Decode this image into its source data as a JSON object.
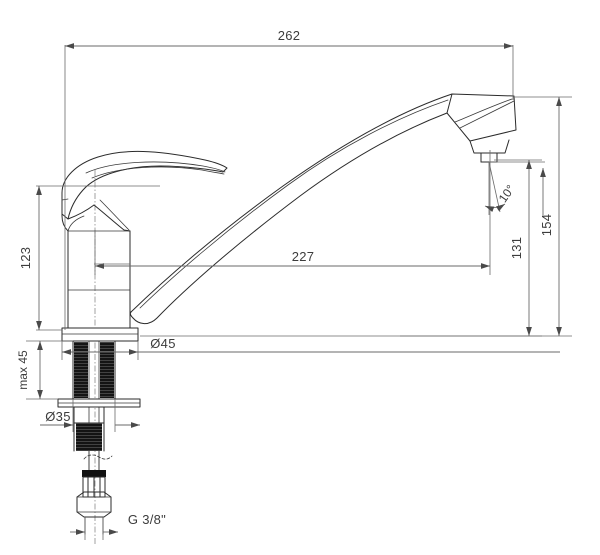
{
  "drawing": {
    "title": "Kitchen mixer tap technical dimension drawing",
    "units": "mm",
    "background_color": "#ffffff",
    "line_color": "#2b2b2b",
    "dimension_color": "#6a6a6a",
    "text_color": "#3c3c3c"
  },
  "dimensions": {
    "overall_reach": {
      "label": "262",
      "orientation": "horizontal",
      "position": "top"
    },
    "spout_reach": {
      "label": "227",
      "orientation": "horizontal",
      "position": "middle"
    },
    "body_height": {
      "label": "123",
      "orientation": "vertical-rotated",
      "position": "left"
    },
    "spout_height": {
      "label": "131",
      "orientation": "vertical-rotated",
      "position": "right-inner"
    },
    "overall_height": {
      "label": "154",
      "orientation": "vertical-rotated",
      "position": "right-outer"
    },
    "mounting_thickness": {
      "label": "max 45",
      "orientation": "vertical-rotated",
      "position": "left-lower"
    },
    "base_diameter": {
      "label": "Ø45",
      "orientation": "horizontal",
      "position": "lower"
    },
    "shank_diameter": {
      "label": "Ø35",
      "orientation": "horizontal",
      "position": "lower-left"
    },
    "inlet_thread": {
      "label": "G 3/8\"",
      "orientation": "horizontal",
      "position": "bottom"
    },
    "aerator_angle": {
      "label": "10°",
      "orientation": "rotated",
      "position": "spout-tip"
    }
  },
  "chart_data": {
    "type": "table",
    "title": "Kitchen mixer tap dimensions",
    "categories": [
      "262",
      "227",
      "123",
      "131",
      "154",
      "max 45",
      "Ø45",
      "Ø35",
      "G 3/8\"",
      "10°"
    ],
    "values": [
      262,
      227,
      123,
      131,
      154,
      45,
      45,
      35,
      0,
      10
    ]
  }
}
